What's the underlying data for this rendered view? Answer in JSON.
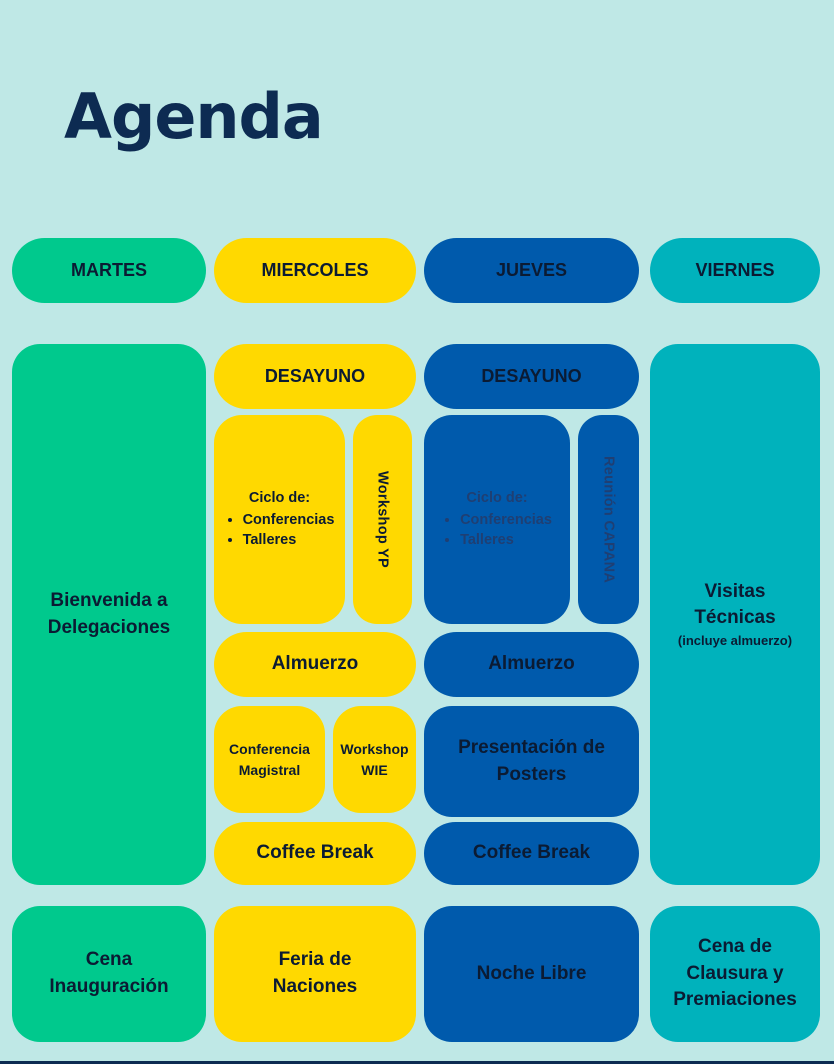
{
  "title": "Agenda",
  "colors": {
    "background": "#bfe8e6",
    "martes": "#00c98d",
    "miercoles": "#ffd900",
    "jueves": "#005aac",
    "viernes": "#00b2bc",
    "title": "#0d2b52"
  },
  "days": {
    "martes": "MARTES",
    "miercoles": "MIERCOLES",
    "jueves": "JUEVES",
    "viernes": "VIERNES"
  },
  "martes": {
    "bienvenida": [
      "Bienvenida a",
      "Delegaciones"
    ],
    "cena": [
      "Cena",
      "Inauguración"
    ]
  },
  "miercoles": {
    "desayuno": "DESAYUNO",
    "ciclo": {
      "heading": "Ciclo de:",
      "items": [
        "Conferencias",
        "Talleres"
      ]
    },
    "workshop_yp": "Workshop YP",
    "almuerzo": "Almuerzo",
    "conferencia": [
      "Conferencia",
      "Magistral"
    ],
    "workshop_wie": [
      "Workshop",
      "WIE"
    ],
    "coffee": "Coffee Break",
    "feria": [
      "Feria de",
      "Naciones"
    ]
  },
  "jueves": {
    "desayuno": "DESAYUNO",
    "ciclo": {
      "heading": "Ciclo de:",
      "items": [
        "Conferencias",
        "Talleres"
      ]
    },
    "reunion": "Reunión CAPANA",
    "almuerzo": "Almuerzo",
    "posters": [
      "Presentación de",
      "Posters"
    ],
    "coffee": "Coffee Break",
    "noche": "Noche Libre"
  },
  "viernes": {
    "visitas": [
      "Visitas",
      "Técnicas"
    ],
    "visitas_note": "(incluye almuerzo)",
    "cena": [
      "Cena de",
      "Clausura y",
      "Premiaciones"
    ]
  }
}
